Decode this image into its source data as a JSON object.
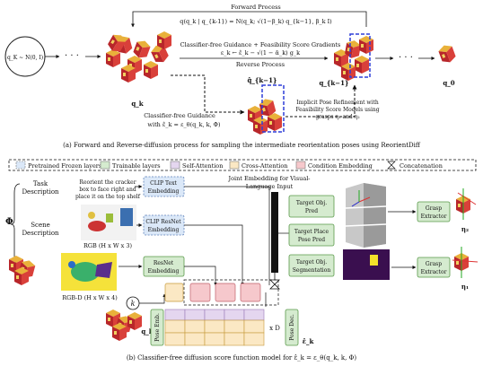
{
  "top": {
    "start_state": "q_K ~ N(0, I)",
    "forward_process": "Forward Process",
    "forward_formula": "q(q_k | q_{k-1}) = N(q_k; √(1−β_k) q_{k−1}, β_k I)",
    "guidance_title": "Classifier-free Guidance + Feasibility Score Gradients",
    "guidance_formula": "ε_k ← ε̂_k − √(1 − ᾱ_k) g_k",
    "reverse_process": "Reverse Process",
    "label_qk": "q_k",
    "label_qhat": "q̂_{k−1}",
    "label_qk1": "q_{k−1}",
    "label_q0": "q_0",
    "cfg_caption": "Classifier-free Guidance",
    "cfg_formula": "with  ε̂_k = ε_θ(q_k, k, Φ)",
    "refine_l1": "Implicit Pose Refinement with",
    "refine_l2": "Feasibility Score Models using",
    "refine_l3": "grasps η₁ and η₂",
    "caption": "(a)  Forward and Reverse-diffusion process for sampling the intermediate reorientation poses using ReorientDiff"
  },
  "legend": [
    {
      "label": "Pretrained Frozen layers",
      "color": "#dbe8f8",
      "dashed": true
    },
    {
      "label": "Trainable layers",
      "color": "#d5ebcf",
      "dashed": false
    },
    {
      "label": "Self-Attention",
      "color": "#e4d6ef",
      "dashed": false
    },
    {
      "label": "Cross-Attention",
      "color": "#fbe8c4",
      "dashed": false
    },
    {
      "label": "Condition Embedding",
      "color": "#f6c8cc",
      "dashed": false
    },
    {
      "label": "Concatenation",
      "color": "",
      "dashed": false
    }
  ],
  "bottom": {
    "phi": "Φ",
    "task_desc_l1": "Task",
    "task_desc_l2": "Description",
    "scene_desc_l1": "Scene",
    "scene_desc_l2": "Description",
    "task_text_l1": "Reorient the cracker",
    "task_text_l2": "box to face right and",
    "task_text_l3": "place it on the top shelf",
    "rgb_label": "RGB (H x W x 3)",
    "rgbd_label": "RGB-D (H x W x 4)",
    "clip_text_l1": "CLIP Text",
    "clip_text_l2": "Embedding",
    "clip_resnet_l1": "CLIP ResNet",
    "clip_resnet_l2": "Embedding",
    "resnet_l1": "ResNet",
    "resnet_l2": "Embedding",
    "joint_l1": "Joint Embedding for Visual-",
    "joint_l2": "Language Input",
    "target_obj_pred_l1": "Target Obj.",
    "target_obj_pred_l2": "Pred",
    "place_pose_l1": "Target Place",
    "place_pose_l2": "Pose Pred",
    "target_seg_l1": "Target Obj.",
    "target_seg_l2": "Segmentation",
    "grasp_extractor_l1": "Grasp",
    "grasp_extractor_l2": "Extractor",
    "eta2": "η₂",
    "eta1": "η₁",
    "k": "k",
    "qk": "q_k",
    "pose_emb": "Pose Emb.",
    "pose_dec": "Pose Dec.",
    "xD": "x D",
    "eps_out": "ε̂_k",
    "caption": "(b)  Classifier-free diffusion score function model for  ε̂_k = ε_θ(q_k, k, Φ)"
  }
}
